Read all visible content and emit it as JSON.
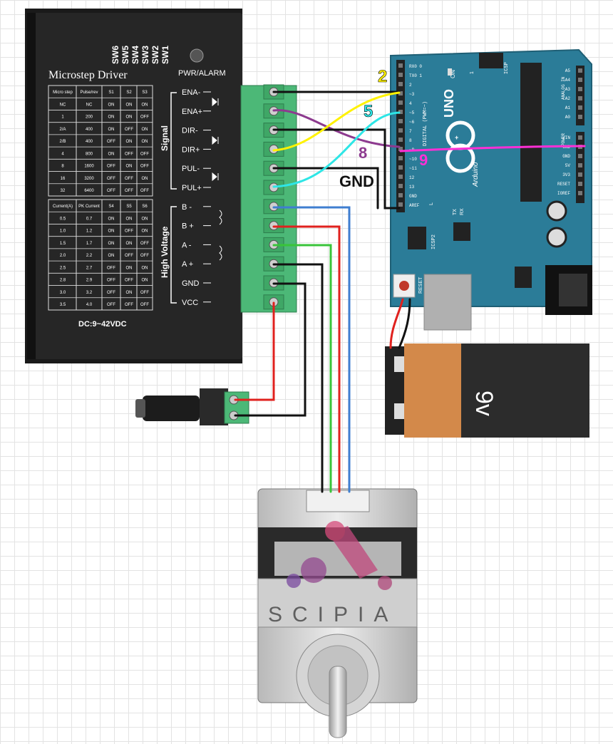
{
  "driver": {
    "title": "Microstep Driver",
    "switch_labels": [
      "SW6",
      "SW5",
      "SW4",
      "SW3",
      "SW2",
      "SW1"
    ],
    "pwr_alarm": "PWR/ALARM",
    "signal_label": "Signal",
    "hv_label": "High Voltage",
    "dc_label": "DC:9~42VDC",
    "terminal_labels": [
      "ENA-",
      "ENA+",
      "DIR-",
      "DIR+",
      "PUL-",
      "PUL+",
      "B -",
      "B +",
      "A -",
      "A +",
      "GND",
      "VCC"
    ],
    "micro_table": {
      "headers": [
        "Micro step",
        "Pulse/rev",
        "S1",
        "S2",
        "S3"
      ],
      "rows": [
        [
          "NC",
          "NC",
          "ON",
          "ON",
          "ON"
        ],
        [
          "1",
          "200",
          "ON",
          "ON",
          "OFF"
        ],
        [
          "2/A",
          "400",
          "ON",
          "OFF",
          "ON"
        ],
        [
          "2/B",
          "400",
          "OFF",
          "ON",
          "ON"
        ],
        [
          "4",
          "800",
          "ON",
          "OFF",
          "OFF"
        ],
        [
          "8",
          "1600",
          "OFF",
          "ON",
          "OFF"
        ],
        [
          "16",
          "3200",
          "OFF",
          "OFF",
          "ON"
        ],
        [
          "32",
          "6400",
          "OFF",
          "OFF",
          "OFF"
        ]
      ]
    },
    "current_table": {
      "headers": [
        "Current(A)",
        "PK Current",
        "S4",
        "S5",
        "S6"
      ],
      "rows": [
        [
          "0.5",
          "0.7",
          "ON",
          "ON",
          "ON"
        ],
        [
          "1.0",
          "1.2",
          "ON",
          "OFF",
          "ON"
        ],
        [
          "1.5",
          "1.7",
          "ON",
          "ON",
          "OFF"
        ],
        [
          "2.0",
          "2.2",
          "ON",
          "OFF",
          "OFF"
        ],
        [
          "2.5",
          "2.7",
          "OFF",
          "ON",
          "ON"
        ],
        [
          "2.8",
          "2.9",
          "OFF",
          "OFF",
          "ON"
        ],
        [
          "3.0",
          "3.2",
          "OFF",
          "ON",
          "OFF"
        ],
        [
          "3.5",
          "4.0",
          "OFF",
          "OFF",
          "OFF"
        ]
      ]
    }
  },
  "pin_labels": {
    "p2": "2",
    "p5": "5",
    "p8": "8",
    "p9": "9",
    "gnd": "GND"
  },
  "arduino": {
    "model": "UNO",
    "brand": "Arduino",
    "digital_pins": [
      "RX0 0",
      "TX0 1",
      "2",
      "~3",
      "4",
      "~5",
      "~6",
      "7",
      "8",
      "~9",
      "~10",
      "~11",
      "12",
      "13",
      "GND",
      "AREF"
    ],
    "digital_label": "DIGITAL (PWM=~)",
    "analog_label": "ANALOG IN",
    "analog_pins": [
      "A5",
      "A4",
      "A3",
      "A2",
      "A1",
      "A0"
    ],
    "power_label": "POWER",
    "power_pins": [
      "VIN",
      "GND",
      "GND",
      "5V",
      "3V3",
      "RESET",
      "IOREF"
    ],
    "on_label": "ON",
    "icsp_label": "ICSP",
    "icsp2_label": "ICSP2",
    "tx_label": "TX",
    "rx_label": "RX",
    "l_label": "L",
    "reset_label": "RESET",
    "one_label": "1"
  },
  "battery": {
    "label": "9v"
  },
  "watermark": {
    "text": "SCIPIA"
  },
  "colors": {
    "driver_body": "#232323",
    "terminal_green": "#4cb877",
    "arduino_blue": "#2b7c98",
    "battery_orange": "#d3894a",
    "wire_yellow": "#fff200",
    "wire_cyan": "#2ee6e6",
    "wire_purple": "#8d3a8f",
    "wire_magenta": "#ff2fd6",
    "wire_red": "#e0211e",
    "wire_blue": "#3f7ed0",
    "wire_green": "#39c43a"
  }
}
